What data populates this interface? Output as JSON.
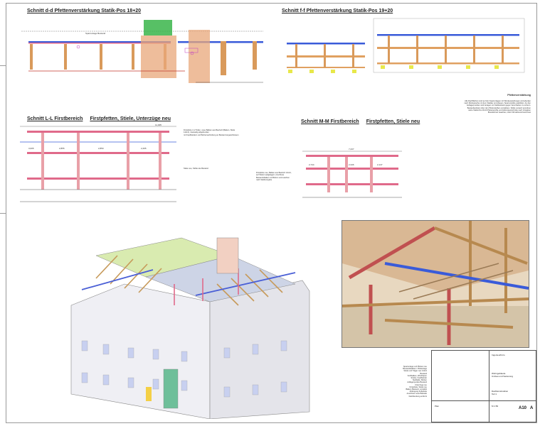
{
  "sheet": {
    "section_dd_title": "Schnitt d-d Pfettenverstärkung Statik-Pos 18+20",
    "section_ff_title": "Schnitt f-f Pfettenverstärkung Statik-Pos 19+20",
    "section_ll_title": "Schnitt L-L Firstbereich",
    "section_ll_sub": "Firstpfetten, Stiele, Unterzüge neu",
    "section_mm_title": "Schnitt M-M Firstbereich",
    "section_mm_sub": "Firstpfetten, Stiele neu"
  },
  "notes": {
    "right_title": "Pfettenverstärkung",
    "right_body": "Alle Dachflächen sind auf den Sparrenlagen mit Windaussteifungen einzudecken\nnach Rücksprache mit dem Statiker einzubauen. Sparrenstöße ausbilden. An den\nAuflagerpunkten sind Anlagen mit Stahlwinkeln gegen Verschieben zu sichern.\nBestandspfetten über den Pfettenstößen verstärken, Stöße versetzt anordnen\nsiehe Statik-Pos 18-20 Pfettenprofile und Hölzerquerschnitte nach Vorgaben\nBrandschutz beachten, Holz F30 abbrand berechnet",
    "ll_left": "Firstpfette in 2 Teilen, neue Balken aus Bauholz (Balken, Stiele 14x14), zweiseitig abgebunden\nmit Kopfbändern und Bolzenverbindung an Bestand angeschlossen",
    "ll_right": "Stiele neu, Stöße wie Bestand",
    "mm_left": "Firstpfette neu, Balken aus Bauholz 14x14,\nauf Stielen aufgelagert, Anschluss\nBestandsbalken mit Bolzen und Laschen\nnach Statikvorgabe",
    "legend": "Sparrenlage und Pfetten neu\nBestandsbalken / Pfettenlage\nStiele und Träger neu 14x14\nBestand\nKehlbalken, Windrispen\nStrebe, Kopfbänder\nStahlteile, Bolzen\nAuflagerpunkte Bestand\nUnterzüge neu\nFirstpfette, Stiele neu\nBalken Bestand, verstärkt\nAbfangung Fußpfette\nAnschluss neue Bauteile\nDachdeckung entfernt"
  },
  "dims": {
    "ll_total": "11,005",
    "ll_a": "3,005",
    "ll_b": "2,855",
    "ll_c": "2,850",
    "ll_d": "2,295",
    "mm_total": "7,237",
    "mm_a": "2,744",
    "mm_b": "2,346",
    "mm_c": "2,147"
  },
  "titleblock": {
    "firm": "Ingenieurbüro",
    "project": "Wohngebäude\nUmbau und Sanierung",
    "drawing_title": "Dachkonstruktion\nTeil 1",
    "scale_label": "M 1:50",
    "sheet_label": "Plan",
    "sheet_no": "A10",
    "index": "A"
  }
}
